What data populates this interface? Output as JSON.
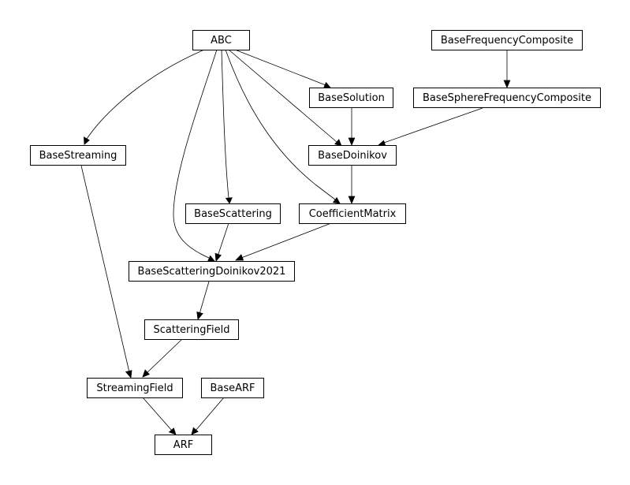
{
  "diagram": {
    "type": "class-inheritance-graph",
    "nodes": {
      "abc": "ABC",
      "base_frequency_composite": "BaseFrequencyComposite",
      "base_solution": "BaseSolution",
      "base_sphere_frequency_composite": "BaseSphereFrequencyComposite",
      "base_streaming": "BaseStreaming",
      "base_doinikov": "BaseDoinikov",
      "base_scattering": "BaseScattering",
      "coefficient_matrix": "CoefficientMatrix",
      "base_scattering_doinikov_2021": "BaseScatteringDoinikov2021",
      "scattering_field": "ScatteringField",
      "streaming_field": "StreamingField",
      "base_arf": "BaseARF",
      "arf": "ARF"
    },
    "edges": [
      {
        "from": "abc",
        "to": "base_streaming"
      },
      {
        "from": "abc",
        "to": "base_solution"
      },
      {
        "from": "abc",
        "to": "base_doinikov"
      },
      {
        "from": "abc",
        "to": "base_scattering"
      },
      {
        "from": "abc",
        "to": "coefficient_matrix"
      },
      {
        "from": "abc",
        "to": "base_scattering_doinikov_2021"
      },
      {
        "from": "base_frequency_composite",
        "to": "base_sphere_frequency_composite"
      },
      {
        "from": "base_solution",
        "to": "base_doinikov"
      },
      {
        "from": "base_sphere_frequency_composite",
        "to": "base_doinikov"
      },
      {
        "from": "base_doinikov",
        "to": "coefficient_matrix"
      },
      {
        "from": "base_scattering",
        "to": "base_scattering_doinikov_2021"
      },
      {
        "from": "coefficient_matrix",
        "to": "base_scattering_doinikov_2021"
      },
      {
        "from": "base_scattering_doinikov_2021",
        "to": "scattering_field"
      },
      {
        "from": "base_streaming",
        "to": "streaming_field"
      },
      {
        "from": "scattering_field",
        "to": "streaming_field"
      },
      {
        "from": "streaming_field",
        "to": "arf"
      },
      {
        "from": "base_arf",
        "to": "arf"
      }
    ]
  }
}
